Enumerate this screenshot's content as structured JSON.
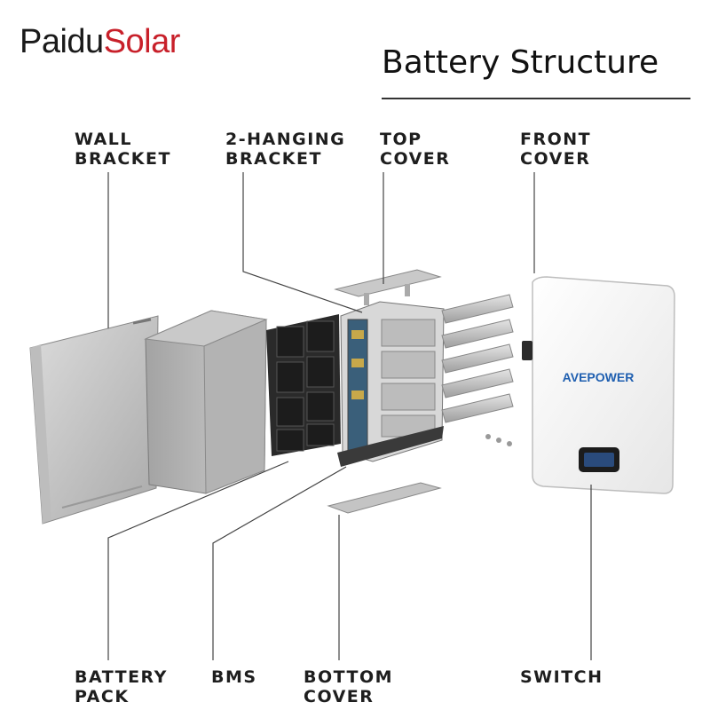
{
  "brand": {
    "part1": "Paidu",
    "part2": "Solar"
  },
  "title": "Battery Structure",
  "labels": {
    "wall_bracket": "WALL\nBRACKET",
    "hanging_bracket": "2-HANGING\nBRACKET",
    "top_cover": "TOP\nCOVER",
    "front_cover": "FRONT\nCOVER",
    "battery_pack": "BATTERY\nPACK",
    "bms": "BMS",
    "bottom_cover": "BOTTOM\nCOVER",
    "switch": "SWITCH"
  },
  "product_logo": "AVEPOWER",
  "colors": {
    "brand_dark": "#1a1a1a",
    "brand_red": "#c8202a",
    "label": "#1e1e1e",
    "leader": "#444444"
  }
}
